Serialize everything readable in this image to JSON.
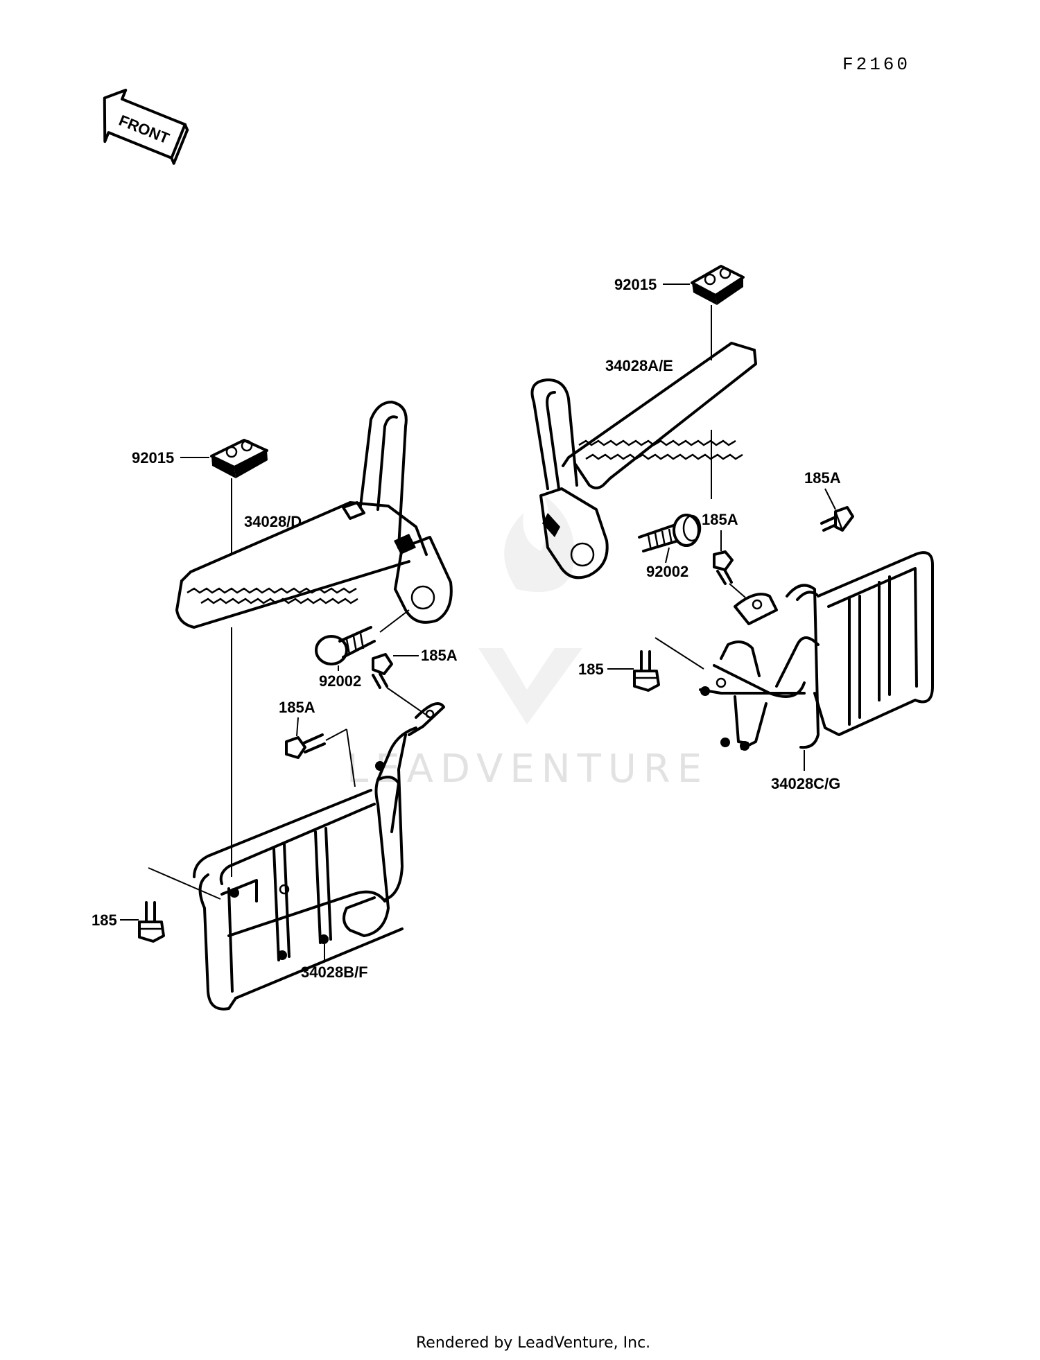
{
  "figure_code": "F2160",
  "front_label": "FRONT",
  "watermark": "LEADVENTURE",
  "footer": "Rendered by LeadVenture, Inc.",
  "labels": {
    "r_92015": "92015",
    "r_34028ae": "34028A/E",
    "r_185a_top": "185A",
    "r_185a_mid": "185A",
    "r_92002": "92002",
    "r_185": "185",
    "r_34028cg": "34028C/G",
    "l_92015": "92015",
    "l_34028d": "34028/D",
    "l_92002": "92002",
    "l_185a_right": "185A",
    "l_185a_left": "185A",
    "l_185": "185",
    "l_34028bf": "34028B/F"
  }
}
